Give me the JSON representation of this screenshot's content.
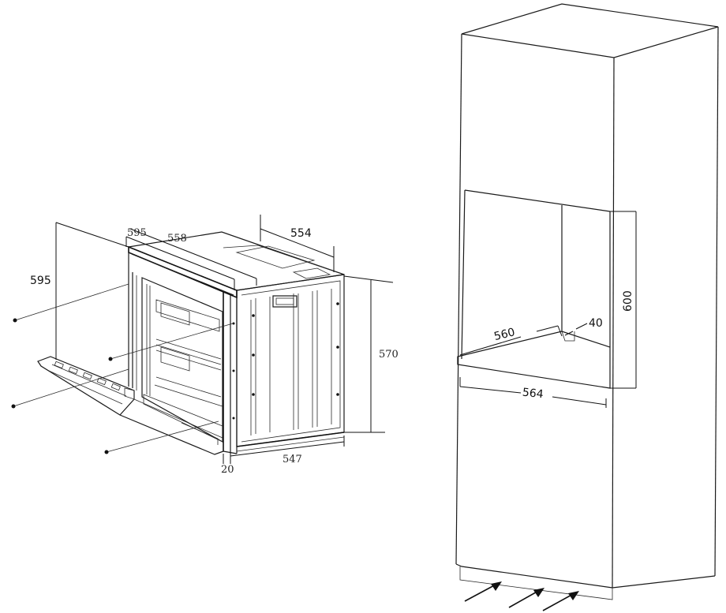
{
  "oven_dimensions": {
    "height_left": "595",
    "top_width": "595",
    "top_depth": "558",
    "body_depth": "554",
    "body_height": "570",
    "bottom_depth": "547",
    "door_thickness": "20"
  },
  "cabinet_dimensions": {
    "niche_depth": "560",
    "gap": "40",
    "niche_height": "600",
    "niche_width": "564"
  }
}
